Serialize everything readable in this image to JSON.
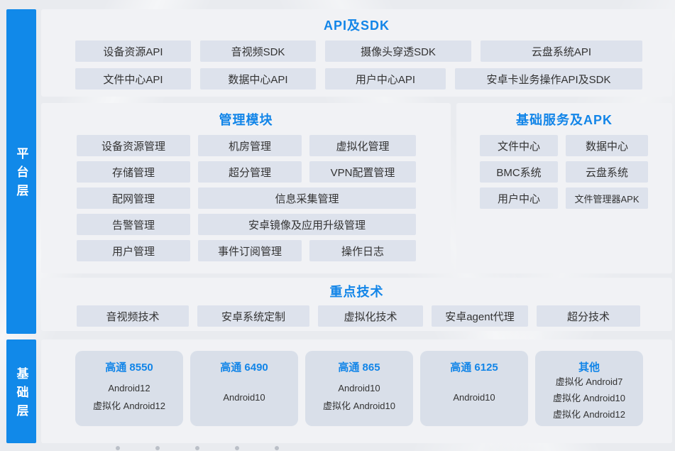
{
  "colors": {
    "rail_blue": "#1189e9",
    "title_blue": "#1285e8",
    "panel_bg": "#f1f2f5",
    "button_bg": "#dde2ec",
    "card_bg": "#d9dfe9"
  },
  "left_rail": {
    "platform_label": "平台层",
    "base_label": "基础层"
  },
  "api_panel": {
    "title": "API及SDK",
    "row1": [
      "设备资源API",
      "音视频SDK",
      "摄像头穿透SDK",
      "云盘系统API"
    ],
    "row2": [
      "文件中心API",
      "数据中心API",
      "用户中心API",
      "安卓卡业务操作API及SDK"
    ]
  },
  "mgmt_panel": {
    "title": "管理模块",
    "row1": [
      "设备资源管理",
      "机房管理",
      "虚拟化管理"
    ],
    "row2": [
      "存储管理",
      "超分管理",
      "VPN配置管理"
    ],
    "row3": [
      "配网管理",
      "信息采集管理"
    ],
    "row4": [
      "告警管理",
      "安卓镜像及应用升级管理"
    ],
    "row5": [
      "用户管理",
      "事件订阅管理",
      "操作日志"
    ]
  },
  "services_panel": {
    "title": "基础服务及APK",
    "row1": [
      "文件中心",
      "数据中心"
    ],
    "row2": [
      "BMC系统",
      "云盘系统"
    ],
    "row3": [
      "用户中心",
      "文件管理器APK"
    ]
  },
  "tech_panel": {
    "title": "重点技术",
    "items": [
      "音视频技术",
      "安卓系统定制",
      "虚拟化技术",
      "安卓agent代理",
      "超分技术"
    ]
  },
  "base_panel": {
    "cards": [
      {
        "title": "高通 8550",
        "lines": [
          "Android12",
          "虚拟化 Android12"
        ]
      },
      {
        "title": "高通 6490",
        "lines": [
          "Android10"
        ]
      },
      {
        "title": "高通 865",
        "lines": [
          "Android10",
          "虚拟化 Android10"
        ]
      },
      {
        "title": "高通 6125",
        "lines": [
          "Android10"
        ]
      },
      {
        "title": "其他",
        "lines": [
          "虚拟化 Android7",
          "虚拟化 Android10",
          "虚拟化 Android12"
        ]
      }
    ]
  }
}
